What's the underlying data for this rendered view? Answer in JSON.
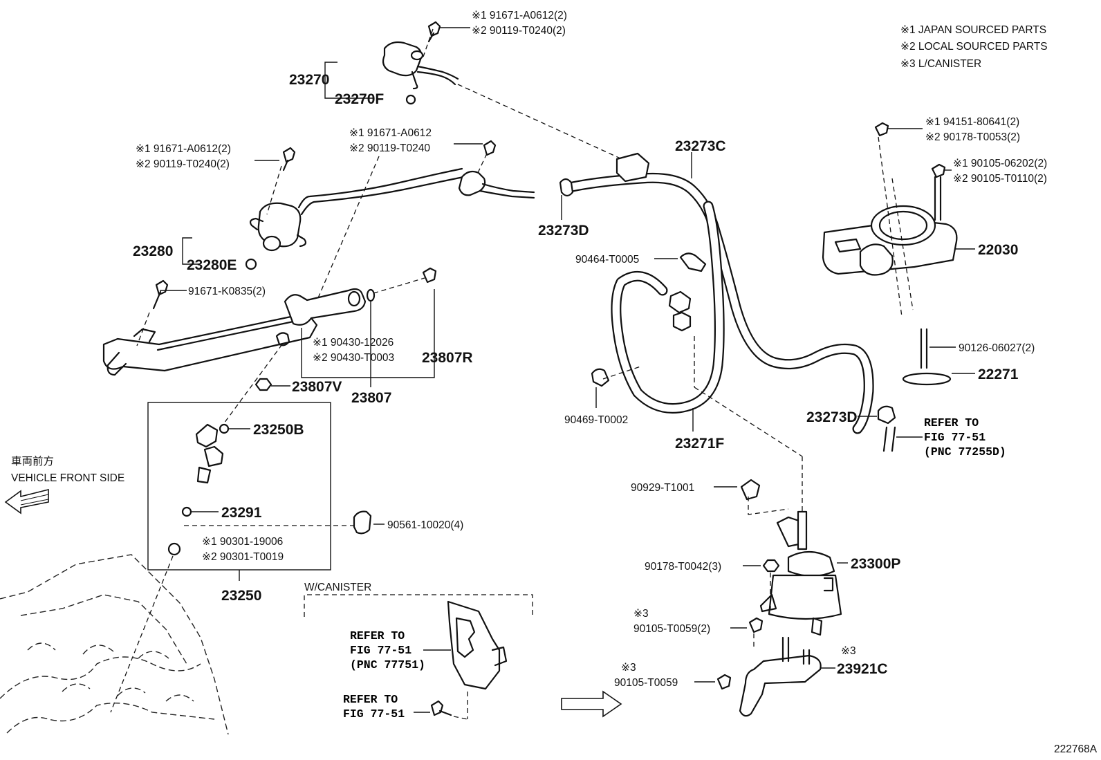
{
  "notes": [
    "※1 JAPAN SOURCED PARTS",
    "※2 LOCAL SOURCED PARTS",
    "※3 L/CANISTER"
  ],
  "direction": {
    "jp": "車両前方",
    "en": "VEHICLE FRONT SIDE"
  },
  "diagram_code": "222768A",
  "canister_box_title": "W/CANISTER",
  "labels": {
    "p23270": "23270",
    "p23270F": "23270F",
    "p23280": "23280",
    "p23280E": "23280E",
    "p23273C": "23273C",
    "p23273D_top": "23273D",
    "p23273D_bottom": "23273D",
    "p23271F": "23271F",
    "p22030": "22030",
    "p22271": "22271",
    "p23807R": "23807R",
    "p23807V": "23807V",
    "p23807": "23807",
    "p23250B": "23250B",
    "p23291": "23291",
    "p23250": "23250",
    "p23300P": "23300P",
    "p23921C": "23921C",
    "b_top1": "※1 91671-A0612(2)",
    "b_top2": "※2 90119-T0240(2)",
    "b_mid1": "※1 91671-A0612",
    "b_mid2": "※2 90119-T0240",
    "b_left1": "※1 91671-A0612(2)",
    "b_left2": "※2 90119-T0240(2)",
    "b_rail": "91671-K0835(2)",
    "g_seal1": "※1 90430-12026",
    "g_seal2": "※2 90430-T0003",
    "n_tb1": "※1 94151-80641(2)",
    "n_tb2": "※2 90178-T0053(2)",
    "bl_tb1": "※1 90105-06202(2)",
    "bl_tb2": "※2 90105-T0110(2)",
    "stud": "90126-06027(2)",
    "clamp1": "90464-T0005",
    "clamp2": "90469-T0002",
    "clip": "90929-T1001",
    "grommet": "90561-10020(4)",
    "or1": "※1 90301-19006",
    "or2": "※2 90301-T0019",
    "nut": "90178-T0042(3)",
    "s3a": "※3",
    "bolt3a": "90105-T0059(2)",
    "s3b": "※3",
    "bolt3b": "90105-T0059",
    "s3c": "※3"
  },
  "refers": {
    "right": [
      "REFER TO",
      "FIG 77-51",
      "(PNC 77255D)"
    ],
    "canister": [
      "REFER TO",
      "FIG 77-51",
      "(PNC 77751)"
    ],
    "bolt": [
      "REFER TO",
      "FIG 77-51"
    ]
  }
}
